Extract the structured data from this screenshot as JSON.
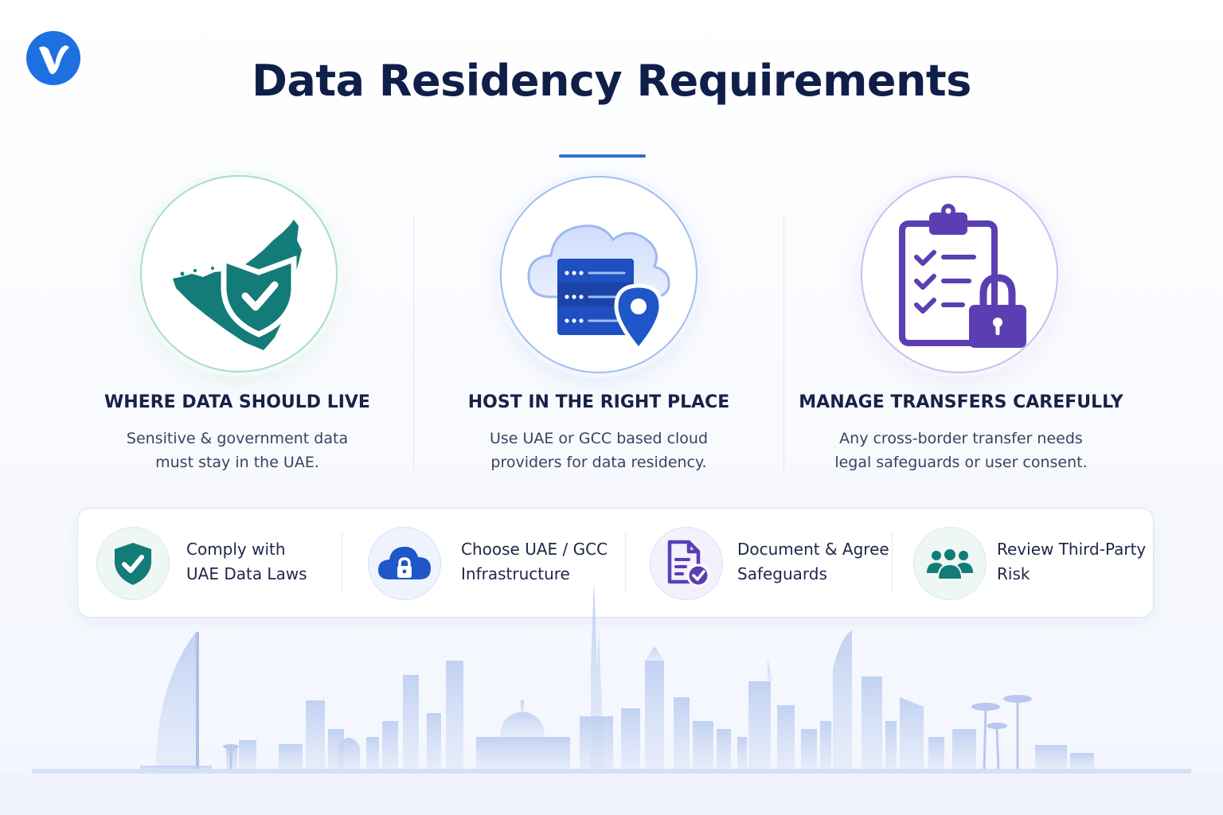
{
  "title": "Data Residency Requirements",
  "colors": {
    "navy": "#0f1f4a",
    "teal": "#137b78",
    "blue": "#1f56c8",
    "purple": "#5b3fb2"
  },
  "columns": [
    {
      "icon": "uae-map-shield-icon",
      "heading": "WHERE DATA SHOULD LIVE",
      "line1": "Sensitive & government data",
      "line2": "must stay in the UAE."
    },
    {
      "icon": "cloud-server-location-icon",
      "heading": "HOST IN THE RIGHT PLACE",
      "line1": "Use UAE or GCC based cloud",
      "line2": "providers for data residency."
    },
    {
      "icon": "clipboard-checklist-lock-icon",
      "heading": "MANAGE TRANSFERS CAREFULLY",
      "line1": "Any cross-border transfer needs",
      "line2": "legal safeguards or user consent."
    }
  ],
  "strip": [
    {
      "icon": "shield-check-icon",
      "line1": "Comply with",
      "line2": "UAE Data Laws"
    },
    {
      "icon": "cloud-lock-icon",
      "line1": "Choose UAE / GCC",
      "line2": "Infrastructure"
    },
    {
      "icon": "document-check-icon",
      "line1": "Document & Agree",
      "line2": "Safeguards"
    },
    {
      "icon": "people-group-icon",
      "line1": "Review Third-Party",
      "line2": "Risk"
    }
  ]
}
